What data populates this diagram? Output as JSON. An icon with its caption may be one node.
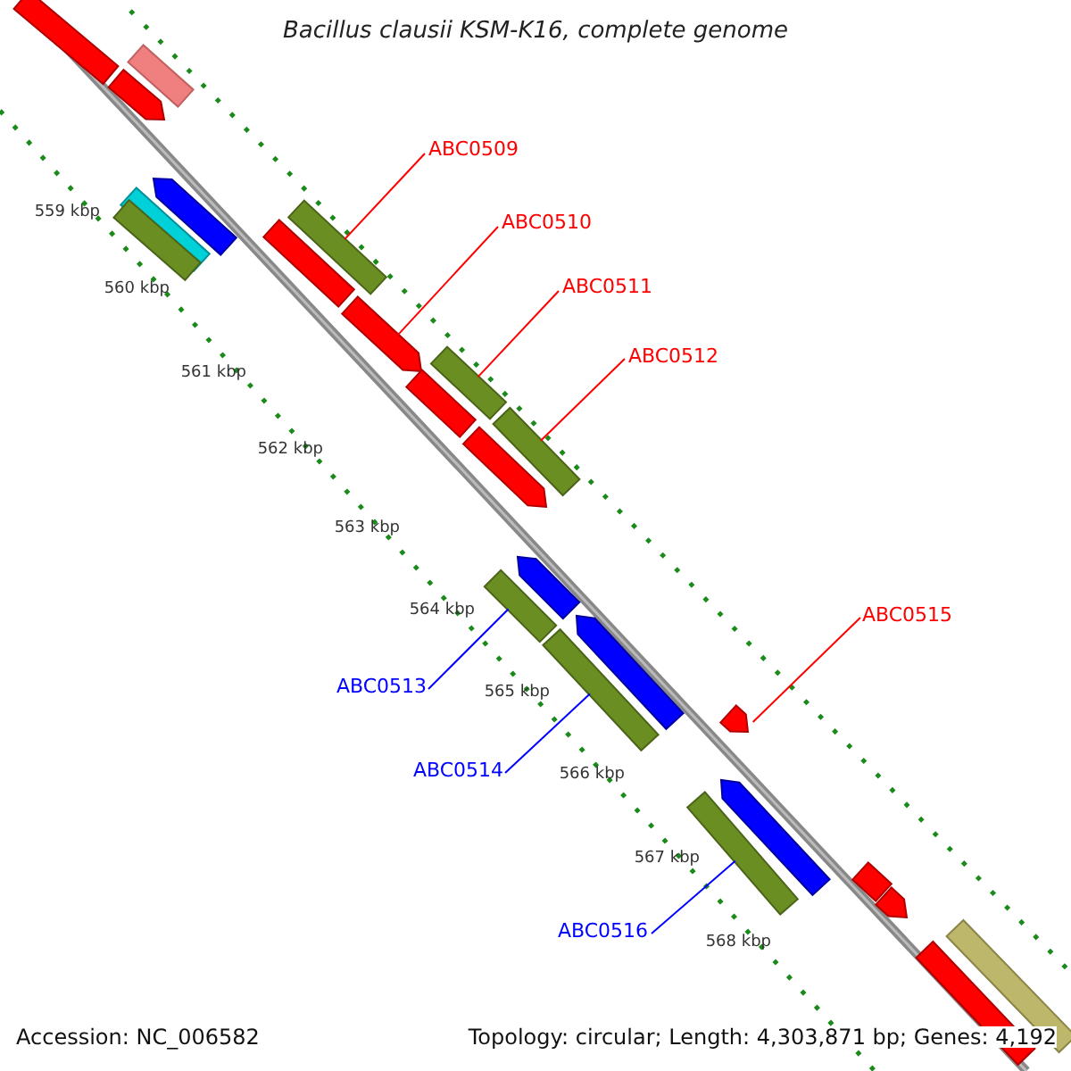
{
  "diagram": {
    "title": "Bacillus clausii KSM-K16, complete genome",
    "nodes": [
      {
        "text": [
          "ABC0509"
        ]
      },
      {
        "text": [
          "ABC0510"
        ]
      },
      {
        "text": [
          "ABC0511"
        ]
      },
      {
        "text": [
          "ABC0512"
        ]
      },
      {
        "text": [
          "ABC0515"
        ]
      },
      {
        "text": [
          "ABC0513"
        ]
      },
      {
        "text": [
          "ABC0514"
        ]
      },
      {
        "text": [
          "ABC0516"
        ]
      },
      {
        "text": [],
        "shape": "bar"
      },
      {
        "text": [],
        "shape": "bar"
      },
      {
        "text": [],
        "shape": "bar"
      },
      {
        "text": [],
        "shape": "bar"
      },
      {
        "text": [],
        "shape": "bar"
      },
      {
        "text": [],
        "shape": "bar"
      },
      {
        "text": [],
        "shape": "bar"
      },
      {
        "text": [],
        "shape": "bar"
      },
      {
        "text": [],
        "shape": "bar"
      },
      {
        "text": [],
        "shape": "bar"
      },
      {
        "text": [],
        "shape": "bar"
      },
      {
        "text": [],
        "shape": "bar"
      },
      {
        "text": [],
        "shape": "bar"
      },
      {
        "text": [],
        "shape": "bar"
      },
      {
        "text": [],
        "shape": "bar"
      },
      {
        "text": [],
        "shape": "bar"
      },
      {
        "text": [],
        "shape": "bar"
      },
      {
        "text": [],
        "shape": "bar"
      },
      {
        "text": [],
        "shape": "bar"
      },
      {
        "text": [],
        "shape": "bar"
      },
      {
        "text": [],
        "shape": "bar"
      },
      {
        "text": [],
        "shape": "bar"
      },
      {
        "text": [],
        "shape": "bar"
      },
      {
        "text": [],
        "shape": "bar"
      }
    ],
    "edges": [
      {
        "from": 0,
        "to": 14,
        "arrow": "none"
      },
      {
        "from": 1,
        "to": 16,
        "arrow": "none"
      },
      {
        "from": 2,
        "to": 17,
        "arrow": "none"
      },
      {
        "from": 3,
        "to": 19,
        "arrow": "none"
      },
      {
        "from": 4,
        "to": 25,
        "arrow": "none"
      },
      {
        "from": 5,
        "to": 22,
        "arrow": "none",
        "color": "#0000ff"
      },
      {
        "from": 6,
        "to": 24,
        "arrow": "none",
        "color": "#0000ff"
      },
      {
        "from": 7,
        "to": 27,
        "arrow": "none",
        "color": "#0000ff"
      }
    ],
    "labels": [
      "559 kbp",
      "560 kbp",
      "561 kbp",
      "562 kbp",
      "563 kbp",
      "564 kbp",
      "565 kbp",
      "566 kbp",
      "567 kbp",
      "568 kbp",
      "Accession: NC_006582",
      "Topology: circular; Length: 4,303,871 bp; Genes: 4,192"
    ]
  }
}
